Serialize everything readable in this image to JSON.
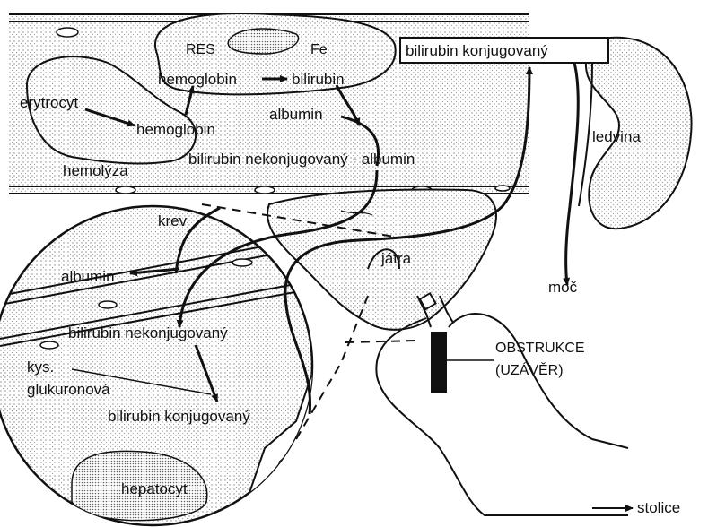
{
  "colors": {
    "ink": "#111111",
    "stipple": "#8a8a8a",
    "paper": "#ffffff"
  },
  "labels": {
    "res": "RES",
    "fe": "Fe",
    "hemoglobin_top": "hemoglobin",
    "bilirubin_top": "bilirubin",
    "bilirubin_konjugovany_box": "bilirubin  konjugovaný",
    "erytrocyt": "erytrocyt",
    "hemoglobin_mid": "hemoglobin",
    "albumin_top": "albumin",
    "ledvina": "ledvina",
    "bilirubin_nekonjugovany_albumin": "bilirubin  nekonjugovaný - albumin",
    "hemolyza": "hemolýza",
    "krev": "krev",
    "jatra": "játra",
    "albumin_left": "albumin",
    "moc": "moč",
    "bilirubin_nekonjugovany": "bilirubin  nekonjugovaný",
    "obstrukce": "OBSTRUKCE",
    "uzaver": "(UZÁVĚR)",
    "kys": "kys.",
    "glukuronova": "glukuronová",
    "bilirubin_konjugovany_low": "bilirubin  konjugovaný",
    "hepatocyt": "hepatocyt",
    "stolice": "stolice"
  },
  "icons": {
    "arrow": "arrow-icon",
    "stolice_arrow": "arrow-right-icon"
  }
}
